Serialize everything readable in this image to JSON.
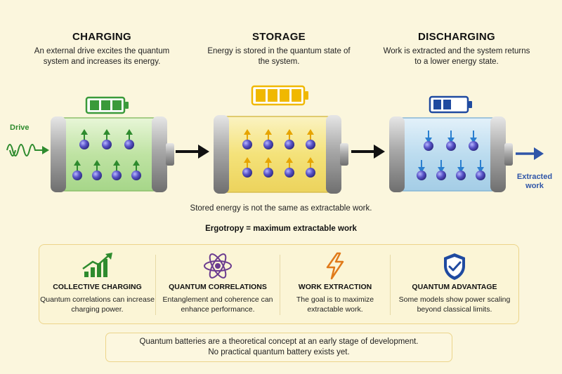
{
  "stages": [
    {
      "title": "CHARGING",
      "description": "An external drive excites the quantum system and increases its energy.",
      "battery_color": "#3a9a3a",
      "fill_color": "#c9e8b0"
    },
    {
      "title": "STORAGE",
      "description": "Energy is stored in the quantum state of the system.",
      "battery_color": "#f0b800",
      "fill_color": "#f4e58a"
    },
    {
      "title": "DISCHARGING",
      "description": "Work is extracted and the system returns to a lower energy state.",
      "battery_color": "#1f4aa0",
      "fill_color": "#bcdcef"
    }
  ],
  "labels": {
    "drive": "Drive",
    "extracted_work": "Extracted work"
  },
  "storage_note": {
    "line": "Stored energy is not the same as extractable work.",
    "emphasis": "Ergotropy = maximum extractable work"
  },
  "features": [
    {
      "title": "COLLECTIVE CHARGING",
      "description": "Quantum correlations can increase charging power.",
      "icon": "bar-chart-growth-icon",
      "color": "#2e8b2e"
    },
    {
      "title": "QUANTUM CORRELATIONS",
      "description": "Entanglement and coherence can enhance performance.",
      "icon": "atom-icon",
      "color": "#6b3b8f"
    },
    {
      "title": "WORK EXTRACTION",
      "description": "The goal is to maximize extractable work.",
      "icon": "lightning-bolt-icon",
      "color": "#e07a1a"
    },
    {
      "title": "QUANTUM ADVANTAGE",
      "description": "Some models show power scaling beyond classical limits.",
      "icon": "shield-check-icon",
      "color": "#1f4aa0"
    }
  ],
  "disclaimer": {
    "line1": "Quantum batteries are a theoretical concept at an early stage of development.",
    "line2": "No practical quantum battery exists yet."
  }
}
